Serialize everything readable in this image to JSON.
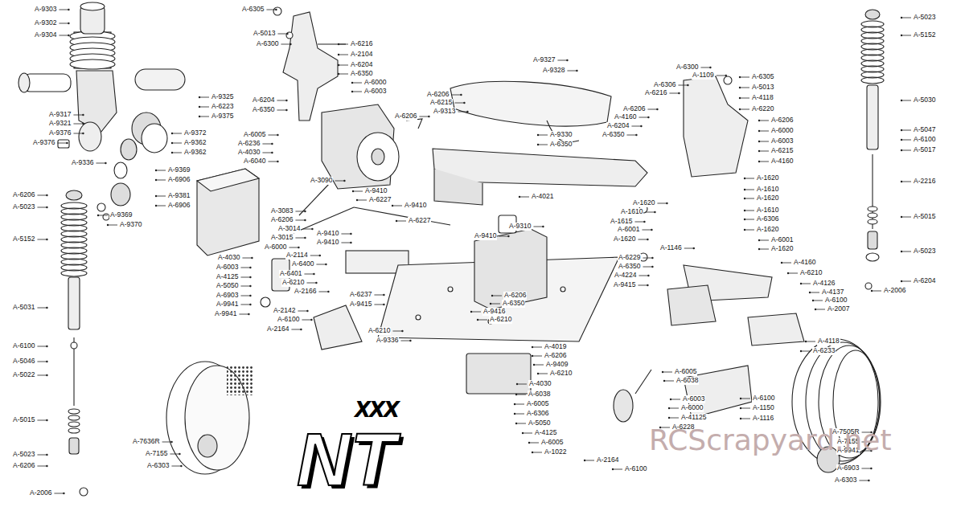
{
  "diagram": {
    "labels": [
      "A-9303",
      "A-9302",
      "A-9304",
      "A-9317",
      "A-9321",
      "A-9376",
      "A-9376",
      "A-9336",
      "A-9325",
      "A-6223",
      "A-9375",
      "A-9372",
      "A-9362",
      "A-9362",
      "A-9369",
      "A-6906",
      "A-9381",
      "A-6906",
      "A-9369",
      "A-9370",
      "A-6206",
      "A-5023",
      "A-5152",
      "A-5031",
      "A-6100",
      "A-5046",
      "A-5022",
      "A-5015",
      "A-5023",
      "A-6206",
      "A-2006",
      "A-6305",
      "A-5013",
      "A-6300",
      "A-6216",
      "A-2104",
      "A-6204",
      "A-6350",
      "A-6000",
      "A-6003",
      "A-6204",
      "A-6350",
      "A-6005",
      "A-6236",
      "A-4030",
      "A-6040",
      "A-3090",
      "A-9410",
      "A-6227",
      "A-9410",
      "A-6227",
      "A-3083",
      "A-6206",
      "A-3014",
      "A-3015",
      "A-9410",
      "A-9410",
      "A-6000",
      "A-4030",
      "A-6003",
      "A-4125",
      "A-5050",
      "A-6903",
      "A-9941",
      "A-9941",
      "A-2114",
      "A-6400",
      "A-6401",
      "A-6210",
      "A-2166",
      "A-2142",
      "A-6100",
      "A-2164",
      "A-6237",
      "A-9415",
      "A-9410",
      "A-9310",
      "A-4021",
      "A-6206",
      "A-6350",
      "A-9416",
      "A-6210",
      "A-6210",
      "A-9336",
      "A-4019",
      "A-6206",
      "A-9409",
      "A-6210",
      "A-4030",
      "A-6038",
      "A-6005",
      "A-6306",
      "A-5050",
      "A-4125",
      "A-6005",
      "A-1022",
      "A-2164",
      "A-6100",
      "A-9327",
      "A-9328",
      "A-6206",
      "A-6215",
      "A-9313",
      "A-6206",
      "A-9330",
      "A-6350",
      "A-6206",
      "A-4160",
      "A-6204",
      "A-6350",
      "A-6300",
      "A-1109",
      "A-6306",
      "A-6216",
      "A-6305",
      "A-5013",
      "A-4118",
      "A-6220",
      "A-6206",
      "A-6000",
      "A-6003",
      "A-6215",
      "A-4160",
      "A-1620",
      "A-1610",
      "A-1620",
      "A-1610",
      "A-6306",
      "A-1620",
      "A-6001",
      "A-1620",
      "A-1620",
      "A-1610",
      "A-1615",
      "A-6001",
      "A-1620",
      "A-1146",
      "A-6229",
      "A-6350",
      "A-4224",
      "A-9415",
      "A-4160",
      "A-6210",
      "A-4126",
      "A-4137",
      "A-6100",
      "A-2007",
      "A-4118",
      "A-6233",
      "A-6005",
      "A-6038",
      "A-6003",
      "A-6000",
      "A-41125",
      "A-6228",
      "A-6100",
      "A-1150",
      "A-1116",
      "A-5023",
      "A-5152",
      "A-5030",
      "A-5047",
      "A-6100",
      "A-5017",
      "A-2216",
      "A-5015",
      "A-5023",
      "A-6204",
      "A-2006",
      "A-7636R",
      "A-7155",
      "A-6303",
      "A-7505R",
      "A-7155",
      "A-9941",
      "A-6903",
      "A-6303",
      "XXX",
      "NT",
      "RCScrapyard.net"
    ]
  }
}
